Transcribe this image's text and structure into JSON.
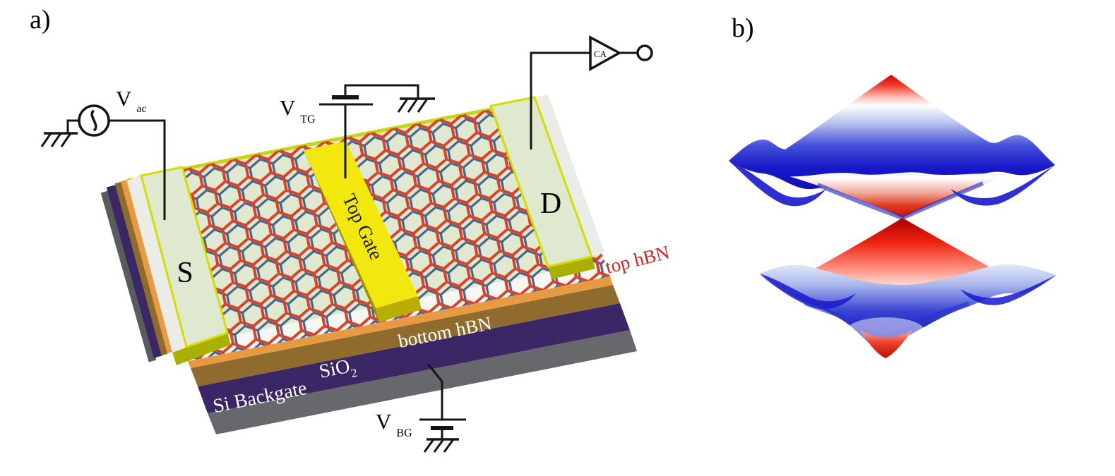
{
  "figure": {
    "panel_a_label": "a)",
    "panel_b_label": "b)"
  },
  "circuit": {
    "vac": {
      "symbol": "V",
      "sub": "ac"
    },
    "vtg": {
      "symbol": "V",
      "sub": "TG"
    },
    "vbg": {
      "symbol": "V",
      "sub": "BG"
    },
    "amplifier_label": "CA"
  },
  "device": {
    "source_label": "S",
    "drain_label": "D",
    "top_gate_label": "Top Gate",
    "top_hbn_label": "top hBN",
    "bottom_hbn_label": "bottom hBN",
    "sio2_main": "SiO",
    "sio2_sub": "2",
    "backgate_label": "Si Backgate"
  },
  "colors": {
    "gate_yellow": "#f2e70e",
    "gate_front": "#b9ae00",
    "electrode_green": "#dfe9cf",
    "electrode_side_white": "#ebebe7",
    "electrode_front_olive": "#aab000",
    "lattice_background": "#e0e9cf",
    "lattice_red": "#d5432c",
    "lattice_blue": "#4a6489",
    "top_hbn_rim": "#c9d414",
    "bottom_hbn_brown": "#8f6c2d",
    "hbn_orange_edge": "#e89a42",
    "sio2_purple": "#3c2766",
    "backgate_gray": "#66686c",
    "wire_black": "#141414",
    "top_hbn_label_red": "#d42020",
    "layer_label_white": "#ffffff",
    "band_red": "#cc0000",
    "band_blue": "#1212c0"
  }
}
